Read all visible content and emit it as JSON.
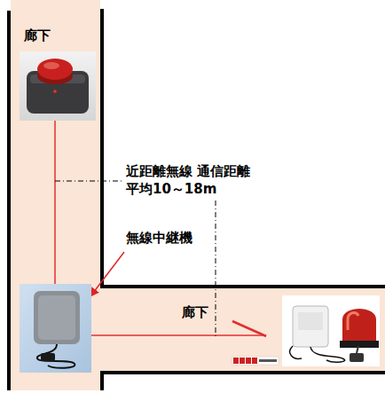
{
  "diagram": {
    "labels": [
      "廊下",
      "近距離無線 通信距離　平均10～18m",
      "無線中継機",
      "廊下"
    ]
  }
}
